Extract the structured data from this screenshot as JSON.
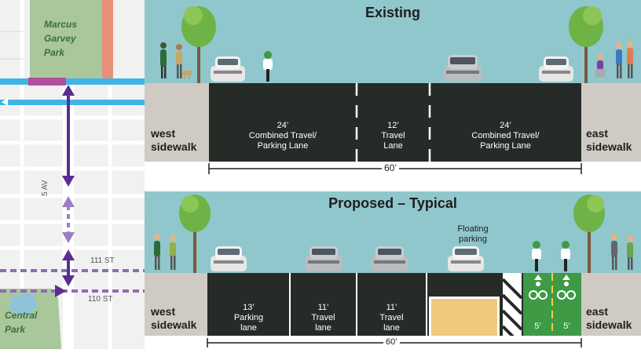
{
  "map": {
    "park_north": [
      "Marcus",
      "Garvey",
      "Park"
    ],
    "park_south": [
      "Central",
      "Park"
    ],
    "avenue": "5 AV",
    "street_1": "111 ST",
    "street_2": "110 ST"
  },
  "existing": {
    "title": "Existing",
    "west_sidewalk": [
      "west",
      "sidewalk"
    ],
    "east_sidewalk": [
      "east",
      "sidewalk"
    ],
    "lanes": [
      {
        "width": "24’",
        "name": [
          "Combined Travel/",
          "Parking Lane"
        ]
      },
      {
        "width": "12’",
        "name": [
          "Travel",
          "Lane"
        ]
      },
      {
        "width": "24’",
        "name": [
          "Combined Travel/",
          "Parking Lane"
        ]
      }
    ],
    "total_width": "60’"
  },
  "proposed": {
    "title": "Proposed – Typical",
    "floating_parking": [
      "Floating",
      "parking"
    ],
    "west_sidewalk": [
      "west",
      "sidewalk"
    ],
    "east_sidewalk": [
      "east",
      "sidewalk"
    ],
    "lanes": [
      {
        "width": "13’",
        "name": [
          "Parking",
          "lane"
        ]
      },
      {
        "width": "11’",
        "name": [
          "Travel",
          "lane"
        ]
      },
      {
        "width": "11’",
        "name": [
          "Travel",
          "lane"
        ]
      }
    ],
    "bike_lanes": [
      "5’",
      "5’"
    ],
    "total_width": "60’"
  },
  "colors": {
    "sky": "#8fc7cc",
    "asphalt": "#262b28",
    "sidewalk": "#cfcbc4",
    "bike_lane": "#3e9a45",
    "floating_parking": "#f0c97d",
    "route_purple": "#5c2d91",
    "street_blue": "#3fb5e5"
  }
}
